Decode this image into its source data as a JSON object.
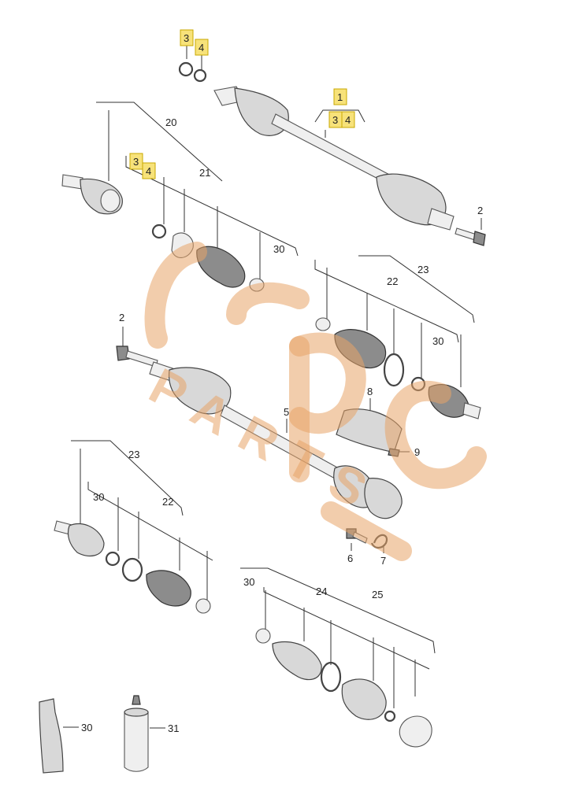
{
  "parts": {
    "p1": "1",
    "p2": "2",
    "p3": "3",
    "p4": "4",
    "p5": "5",
    "p6": "6",
    "p7": "7",
    "p8": "8",
    "p9": "9",
    "p20": "20",
    "p21": "21",
    "p22": "22",
    "p23": "23",
    "p24": "24",
    "p25": "25",
    "p30": "30",
    "p31": "31"
  },
  "watermark": {
    "line1": "PARTS"
  },
  "colors": {
    "highlight": "#f7e27a",
    "watermark": "#e8a468",
    "line": "#333333"
  }
}
